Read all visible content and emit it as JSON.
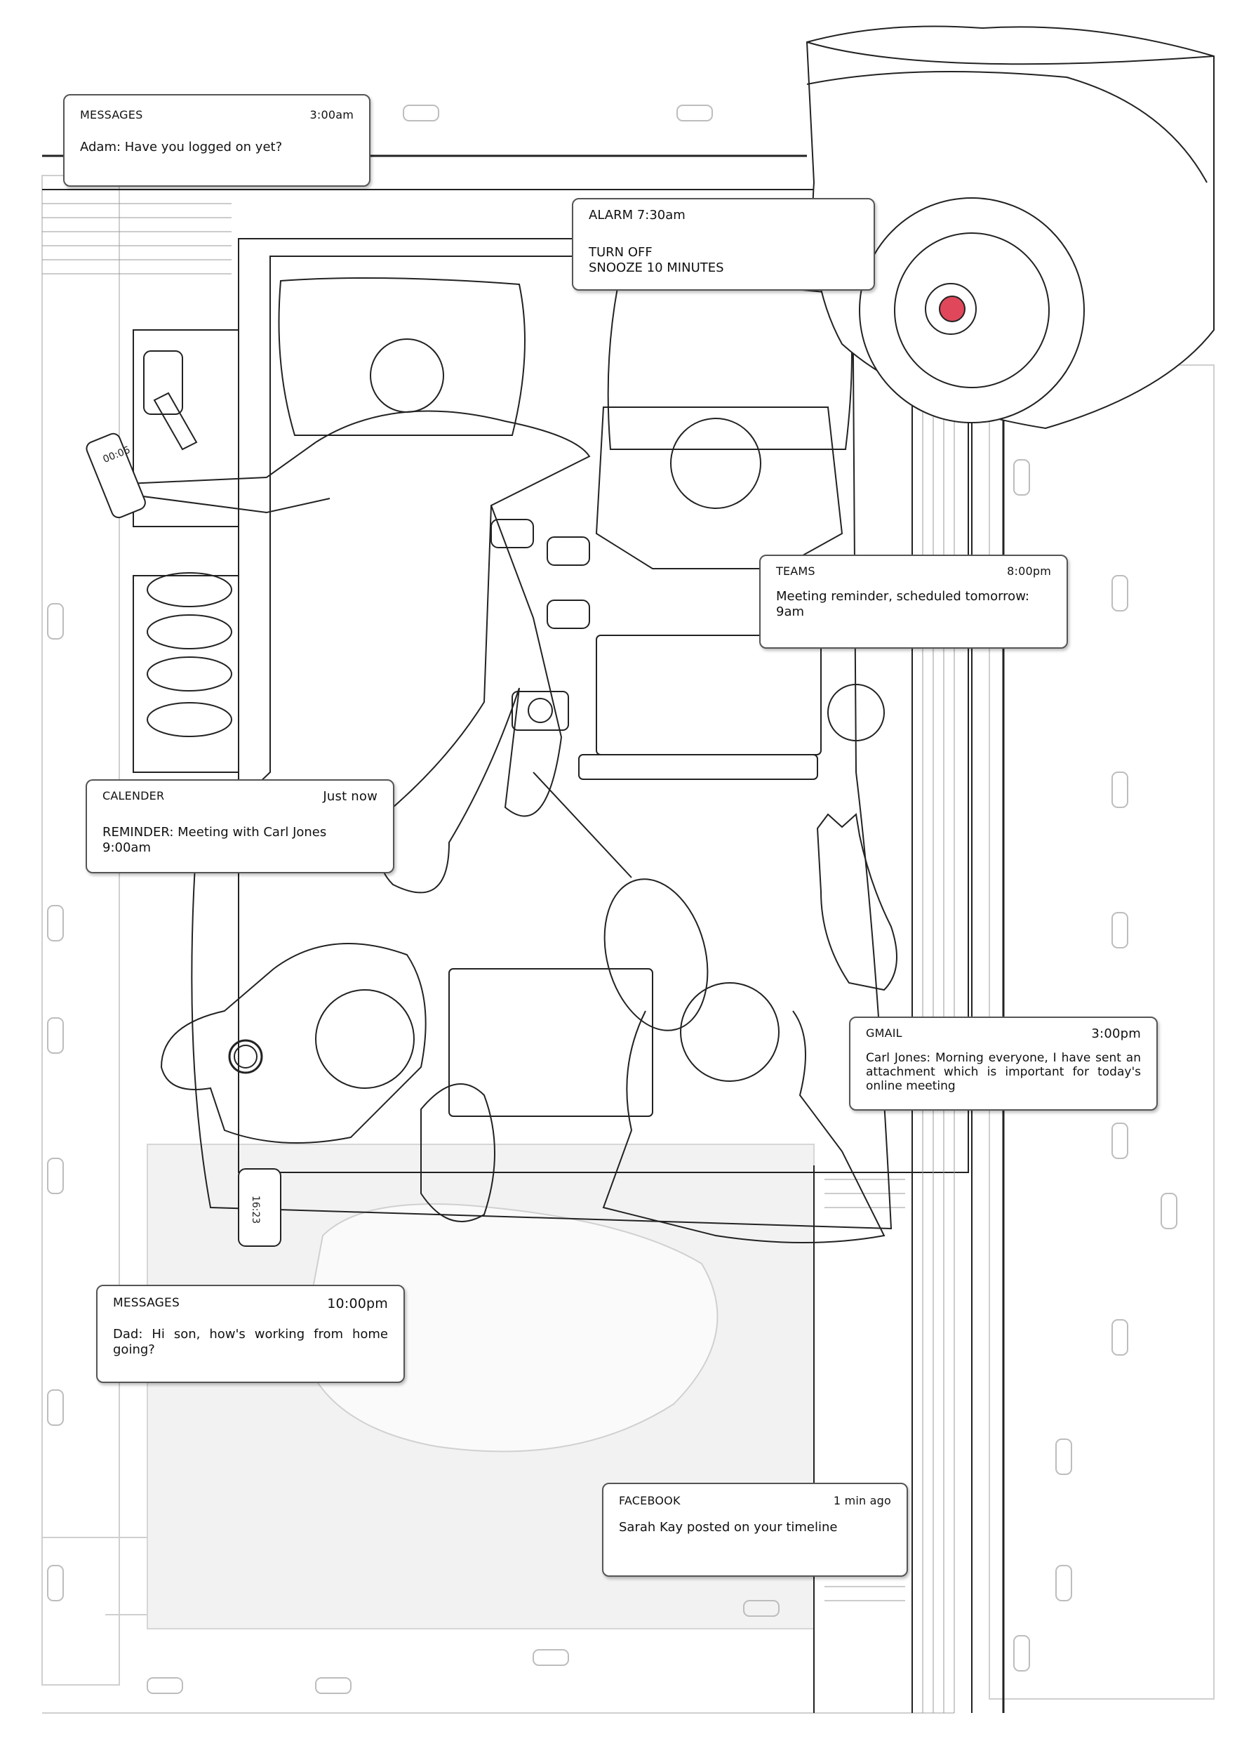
{
  "notifications": {
    "messages_adam": {
      "app": "MESSAGES",
      "time": "3:00am",
      "text": "Adam: Have you logged on yet?"
    },
    "alarm": {
      "title": "ALARM 7:30am",
      "action_off": "TURN OFF",
      "action_snooze": "SNOOZE 10 MINUTES"
    },
    "teams": {
      "app": "TEAMS",
      "time": "8:00pm",
      "text": "Meeting reminder, scheduled tomorrow: 9am"
    },
    "calender": {
      "app": "CALENDER",
      "time": "Just now",
      "text": "REMINDER: Meeting with Carl Jones 9:00am"
    },
    "gmail": {
      "app": "GMAIL",
      "time": "3:00pm",
      "text": "Carl Jones: Morning everyone, I have sent an attachment which is important for today's online meeting"
    },
    "messages_dad": {
      "app": "MESSAGES",
      "time": "10:00pm",
      "text": "Dad: Hi son, how's working from home going?"
    },
    "facebook": {
      "app": "FACEBOOK",
      "time": "1 min ago",
      "text": "Sarah Kay posted on your timeline"
    }
  },
  "phones": {
    "left_phone_time": "00:06",
    "bottom_phone_time": "16:23"
  },
  "colors": {
    "line": "#222222",
    "faint": "#c8c8c8",
    "camera_lens": "#e0475a"
  }
}
